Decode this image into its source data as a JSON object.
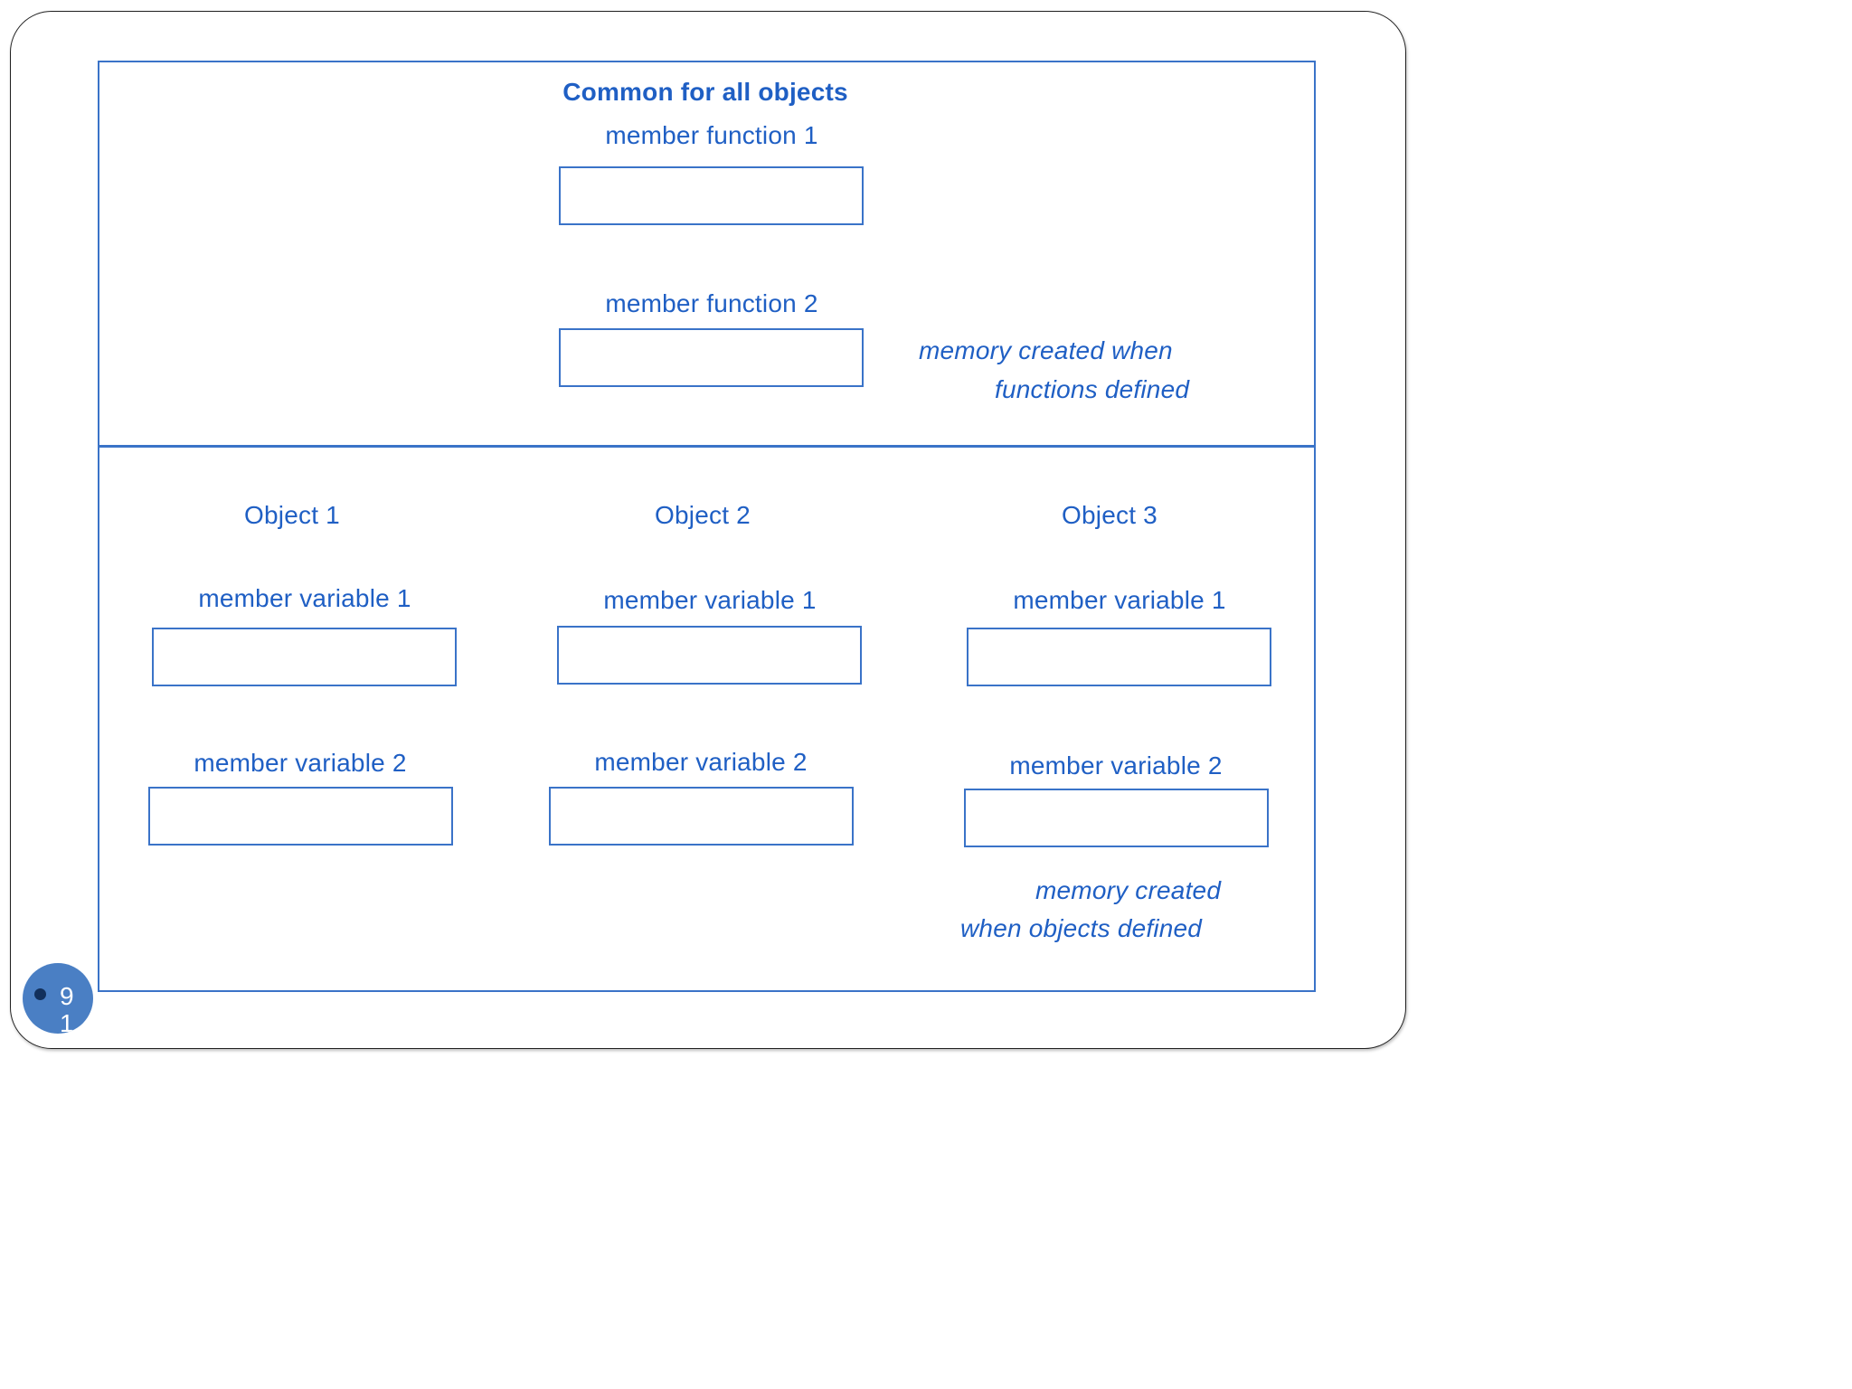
{
  "slide": {
    "page_number": "91"
  },
  "common_section": {
    "title": "Common for all objects",
    "member_function_1_label": "member function 1",
    "member_function_2_label": "member function 2",
    "note_line1": "memory created when",
    "note_line2": "functions defined"
  },
  "objects": [
    {
      "title": "Object 1",
      "var1_label": "member variable 1",
      "var2_label": "member variable 2"
    },
    {
      "title": "Object 2",
      "var1_label": "member variable 1",
      "var2_label": "member variable 2"
    },
    {
      "title": "Object 3",
      "var1_label": "member variable 1",
      "var2_label": "member variable 2"
    }
  ],
  "objects_note": {
    "line1": "memory created",
    "line2": "when objects defined"
  },
  "colors": {
    "line": "#3a73c8",
    "text": "#1f5fc4",
    "badge": "#4a7fc4"
  }
}
